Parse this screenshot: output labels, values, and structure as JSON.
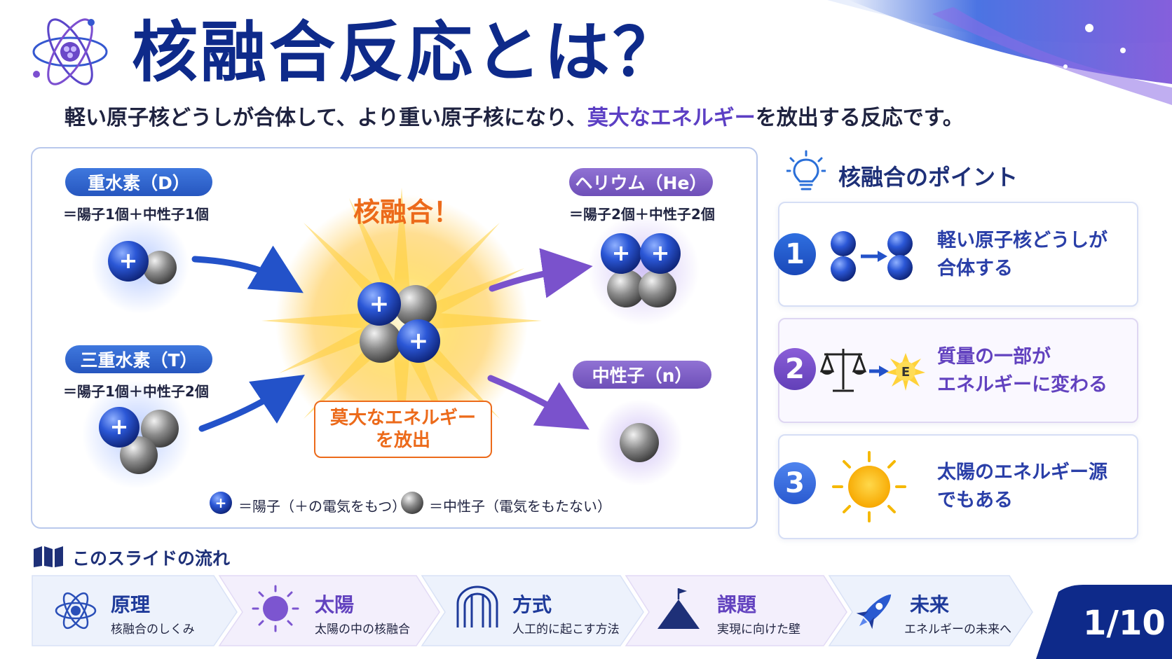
{
  "header": {
    "title": "核融合反応とは？",
    "subtitle_before": "軽い原子核どうしが合体して、より重い原子核になり、",
    "subtitle_highlight": "莫大なエネルギー",
    "subtitle_after": "を放出する反応です。"
  },
  "diagram": {
    "deuterium": {
      "label": "重水素（D）",
      "composition": "＝陽子1個＋中性子1個"
    },
    "tritium": {
      "label": "三重水素（T）",
      "composition": "＝陽子1個＋中性子2個"
    },
    "helium": {
      "label": "ヘリウム（He）",
      "composition": "＝陽子2個＋中性子2個"
    },
    "neutron": {
      "label": "中性子（n）"
    },
    "fusion_label": "核融合！",
    "energy_line1": "莫大なエネルギー",
    "energy_line2": "を放出",
    "legend_proton": "＝陽子（＋の電気をもつ）",
    "legend_neutron": "＝中性子（電気をもたない）",
    "proton_symbol": "+"
  },
  "points": {
    "title": "核融合のポイント",
    "items": [
      {
        "number": "1",
        "line1": "軽い原子核どうしが",
        "line2": "合体する"
      },
      {
        "number": "2",
        "line1": "質量の一部が",
        "line2": "エネルギーに変わる",
        "icon_text": "E"
      },
      {
        "number": "3",
        "line1": "太陽のエネルギー源",
        "line2": "でもある"
      }
    ]
  },
  "flow": {
    "title": "このスライドの流れ",
    "steps": [
      {
        "label": "原理",
        "sub": "核融合のしくみ",
        "icon": "atom-icon"
      },
      {
        "label": "太陽",
        "sub": "太陽の中の核融合",
        "icon": "sun-icon"
      },
      {
        "label": "方式",
        "sub": "人工的に起こす方法",
        "icon": "reactor-icon"
      },
      {
        "label": "課題",
        "sub": "実現に向けた壁",
        "icon": "mountain-flag-icon"
      },
      {
        "label": "未来",
        "sub": "エネルギーの未来へ",
        "icon": "rocket-icon"
      }
    ]
  },
  "page": {
    "current": "1",
    "separator": "/",
    "total": "10"
  },
  "colors": {
    "navy": "#0e2a8a",
    "accent_purple": "#5c3fc4",
    "orange": "#ec6a1a",
    "proton_blue": "#2450c8",
    "neutron_gray": "#8a8a8a"
  }
}
